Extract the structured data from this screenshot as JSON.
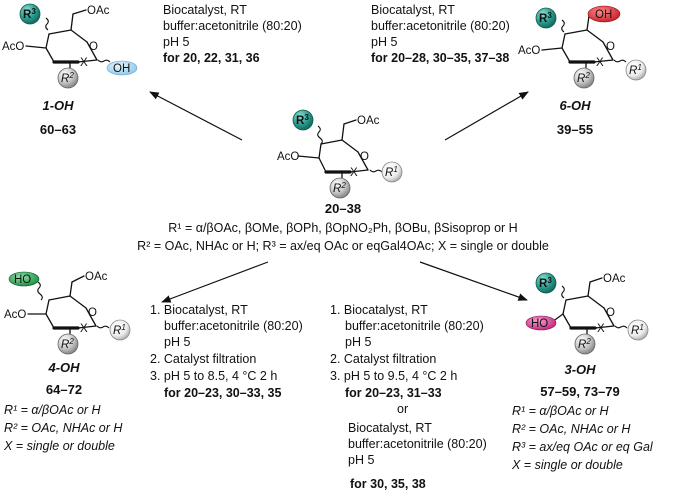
{
  "center": {
    "r3": "R",
    "r3_sup": "3",
    "ch2oac": "OAc",
    "aco": "AcO",
    "ring_o": "O",
    "x": "X",
    "r2": "R",
    "r2_sup": "2",
    "r1": "R",
    "r1_sup": "1",
    "compound_range": "20–38",
    "def_line1": "R¹ = α/βOAc, βOMe, βOPh, βOpNO₂Ph, βOBu, βSisoprop or H",
    "def_line2": "R² = OAc, NHAc or H; R³ = ax/eq OAc or eqGal4OAc; X = single or double"
  },
  "top_left": {
    "conditions": [
      "Biocatalyst, RT",
      "buffer:acetonitrile (80:20)",
      "pH 5"
    ],
    "compounds": "for 20, 22, 31, 36",
    "product_label": "1-OH",
    "product_numbers": "60–63",
    "ring_o": "O",
    "x": "X",
    "oh": "OH",
    "ch2oac": "OAc",
    "aco": "AcO",
    "r3": "R",
    "r3_sup": "3",
    "r2": "R",
    "r2_sup": "2"
  },
  "top_right": {
    "conditions": [
      "Biocatalyst, RT",
      "buffer:acetonitrile (80:20)",
      "pH 5"
    ],
    "compounds": "for 20–28, 30–35, 37–38",
    "product_label": "6-OH",
    "product_numbers": "39–55",
    "ring_o": "O",
    "x": "X",
    "oh": "OH",
    "aco": "AcO",
    "r3": "R",
    "r3_sup": "3",
    "r2": "R",
    "r2_sup": "2",
    "r1": "R",
    "r1_sup": "1"
  },
  "bottom_left": {
    "conditions": [
      "1. Biocatalyst, RT",
      "buffer:acetonitrile (80:20)",
      "pH 5",
      "2. Catalyst filtration",
      "3. pH 5 to 8.5, 4 °C 2 h"
    ],
    "compounds": "for 20–23, 30–33, 35",
    "product_label": "4-OH",
    "product_numbers": "64–72",
    "ring_o": "O",
    "x": "X",
    "ho": "HO",
    "ch2oac": "OAc",
    "aco": "AcO",
    "r2": "R",
    "r2_sup": "2",
    "r1": "R",
    "r1_sup": "1",
    "def_line1": "R¹ = α/βOAc or H",
    "def_line2": "R² = OAc, NHAc or H",
    "def_line3": "X = single or double"
  },
  "bottom_middle": {
    "conditions": [
      "1. Biocatalyst, RT",
      "buffer:acetonitrile (80:20)",
      "pH 5",
      "2. Catalyst filtration",
      "3. pH 5 to 9.5, 4 °C 2 h"
    ],
    "compounds": "for 20–23, 31–33",
    "or": "or",
    "alt_conditions": [
      "Biocatalyst, RT",
      "buffer:acetonitrile (80:20)",
      "pH 5"
    ],
    "alt_compounds": "for 30, 35, 38"
  },
  "bottom_right": {
    "product_label": "3-OH",
    "product_numbers": "57–59, 73–79",
    "ring_o": "O",
    "x": "X",
    "ho": "HO",
    "ch2oac": "OAc",
    "r3": "R",
    "r3_sup": "3",
    "r2": "R",
    "r2_sup": "2",
    "r1": "R",
    "r1_sup": "1",
    "def_line1": "R¹ = α/βOAc or H",
    "def_line2": "R² = OAc, NHAc or H",
    "def_line3": "R³ = ax/eq OAc or eq Gal",
    "def_line4": "X = single or double"
  },
  "colors": {
    "r3_teal": "#2a9d8f",
    "oh_blue": "#a9d4f0",
    "oh_red": "#e0303a",
    "ho_green": "#1e9a4a",
    "ho_magenta": "#d0308a",
    "grey_ball": "#c8c8c8",
    "light_ball": "#ececec"
  }
}
